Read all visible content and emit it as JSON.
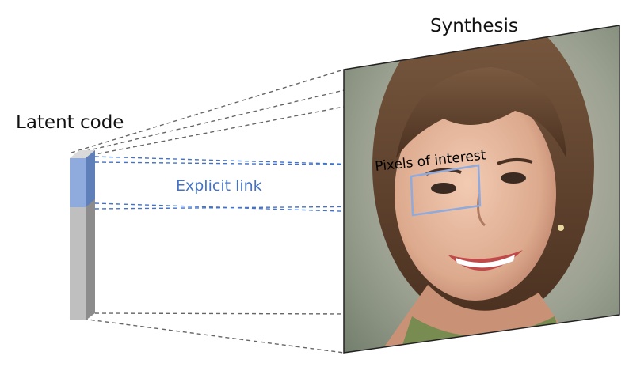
{
  "labels": {
    "latent_code": "Latent code",
    "synthesis": "Synthesis",
    "explicit_link": "Explicit link",
    "pixels_of_interest": "Pixels of interest"
  },
  "colors": {
    "latent_highlight": "#8faadc",
    "latent_bar": "#bfbfbf",
    "dashes": "#666666",
    "link_dashes": "#4472c4",
    "roi_box": "#8faadc",
    "link_text": "#4472c4"
  },
  "icons": {
    "synthesis_image": "portrait-photo"
  }
}
